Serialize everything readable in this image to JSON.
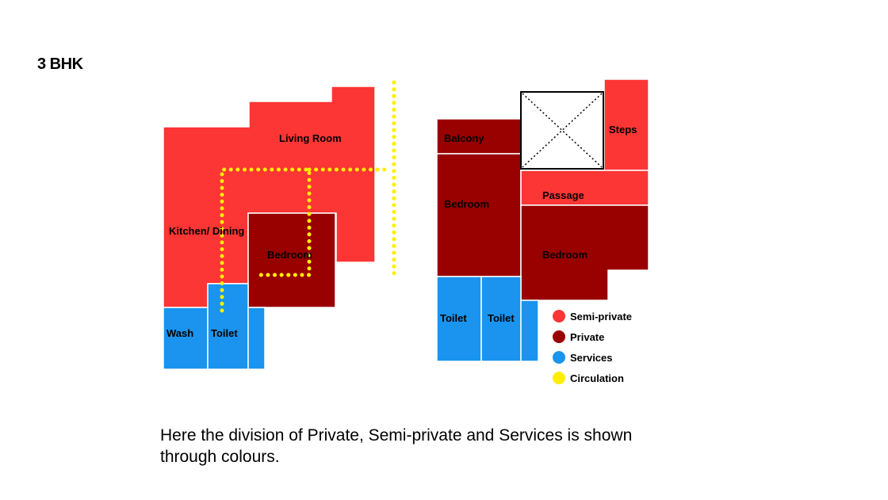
{
  "title": "3 BHK",
  "colors": {
    "semi_private": "#fc3535",
    "private": "#990000",
    "services": "#1a94ee",
    "circulation": "#ffee00"
  },
  "rooms": {
    "living_room": "Living Room",
    "kitchen_dining": "Kitchen/ Dining",
    "bedroom_left": "Bedroom",
    "wash": "Wash",
    "toilet_left": "Toilet",
    "balcony": "Balcony",
    "steps": "Steps",
    "bedroom_right_1": "Bedroom",
    "passage": "Passage",
    "bedroom_right_2": "Bedroom",
    "toilet_right_1": "Toilet",
    "toilet_right_2": "Toilet"
  },
  "legend": {
    "semi_private": "Semi-private",
    "private": "Private",
    "services": "Services",
    "circulation": "Circulation"
  },
  "caption": "Here the division of Private, Semi-private and Services is shown through colours."
}
